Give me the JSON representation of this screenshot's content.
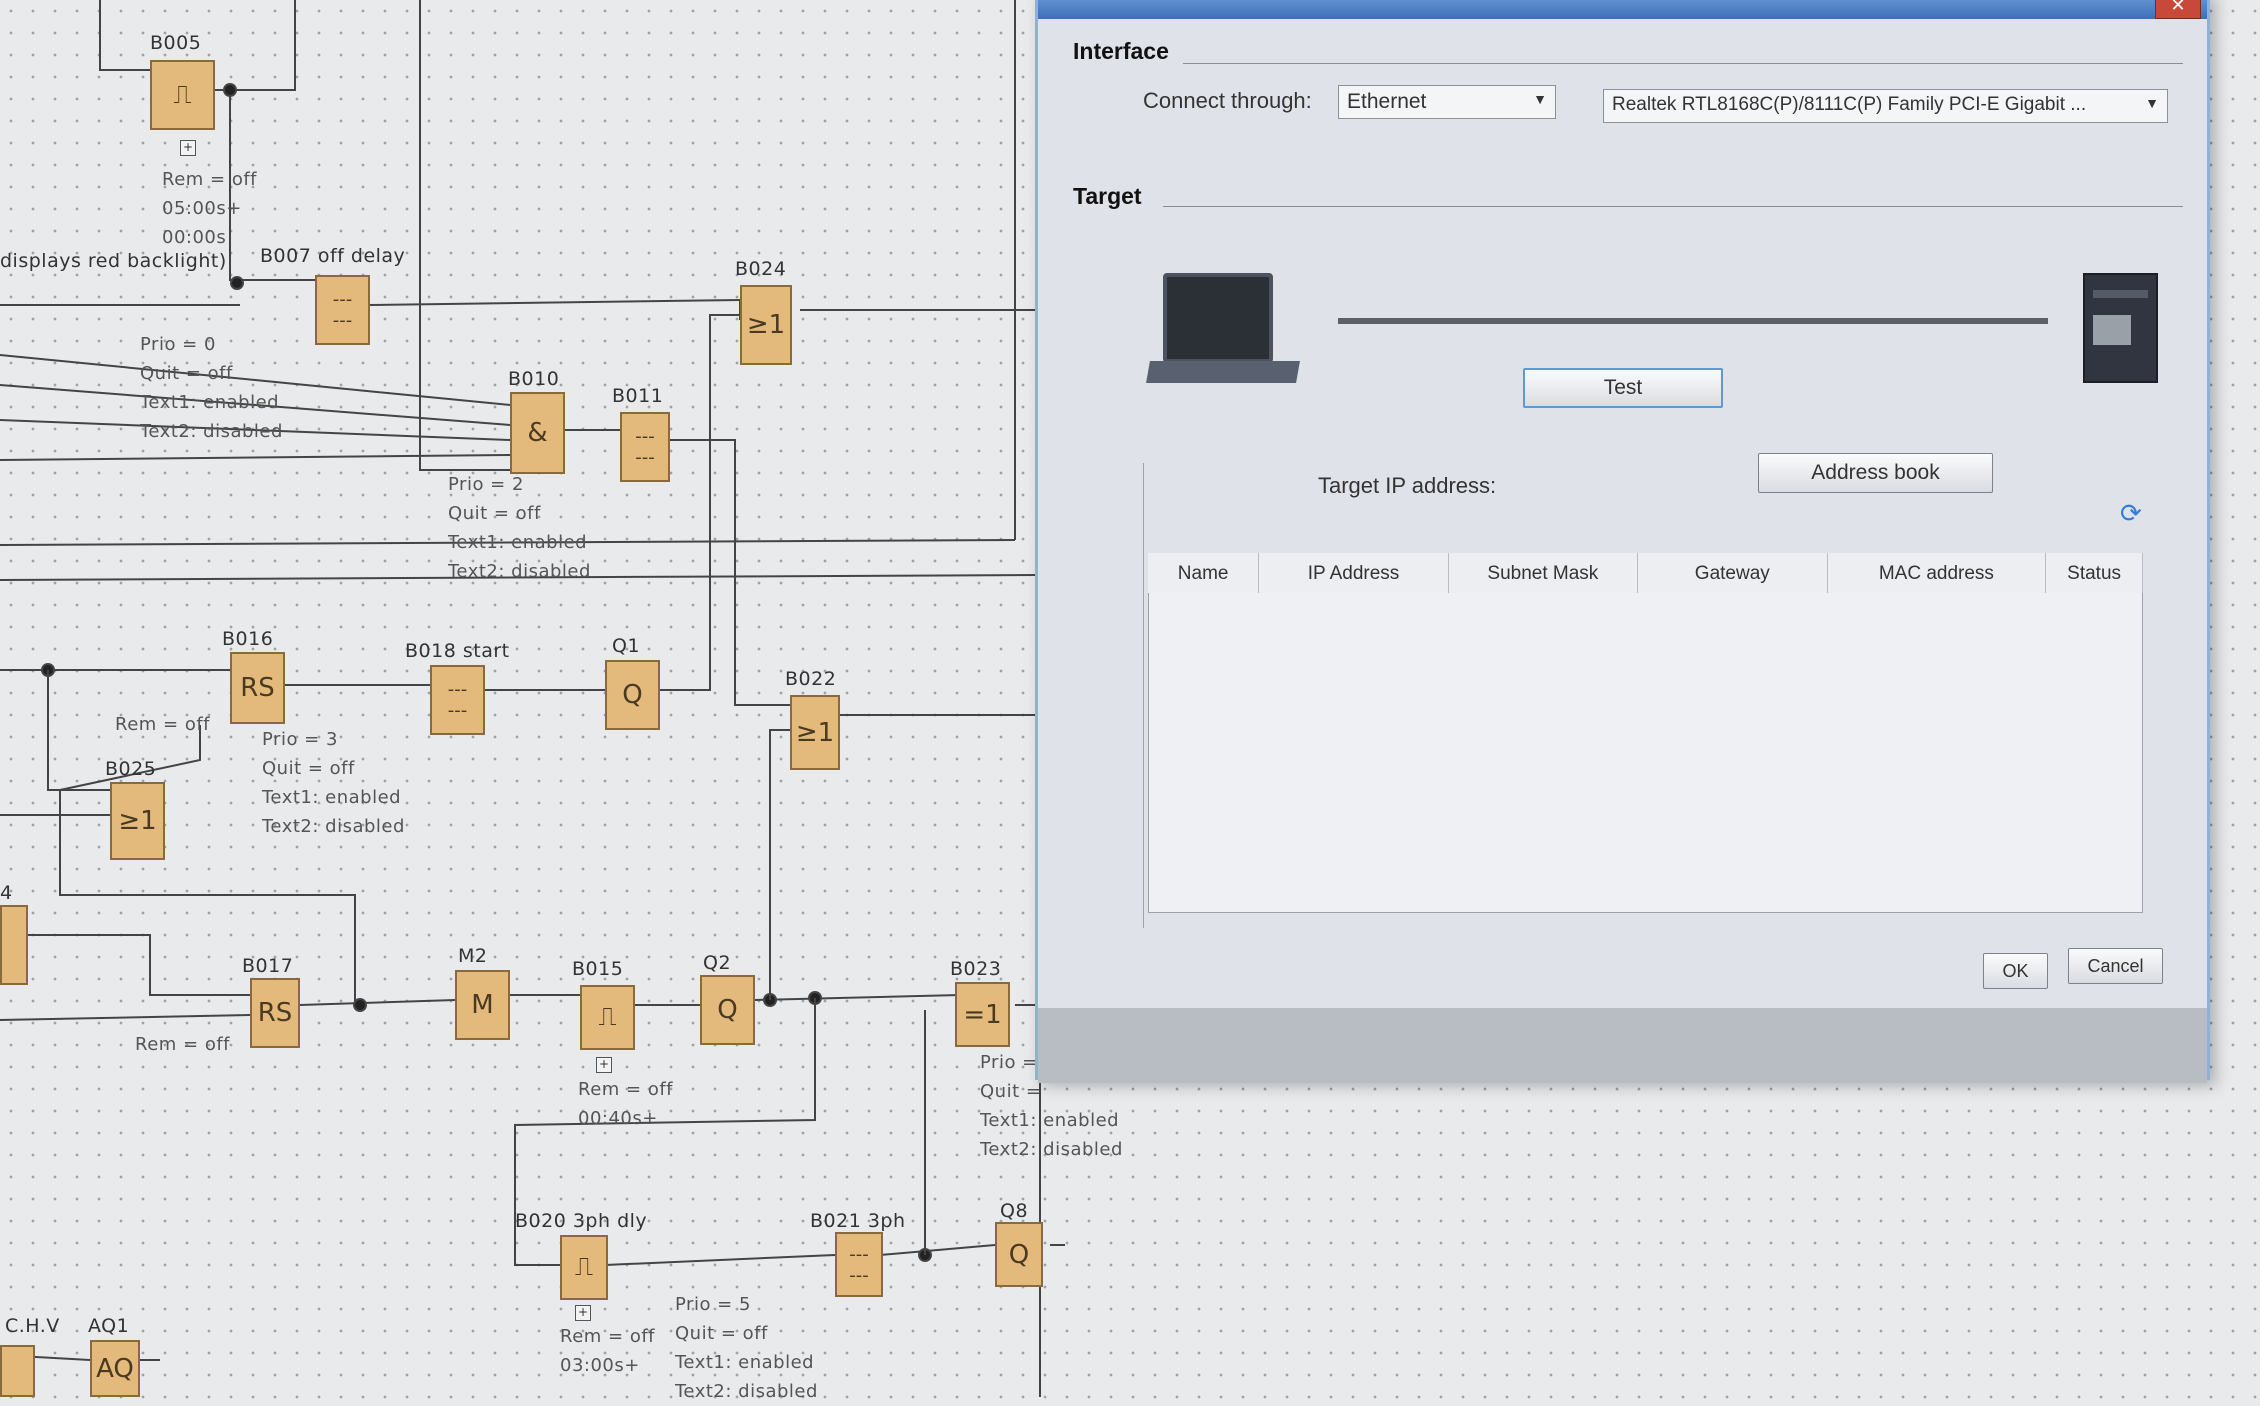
{
  "diagram": {
    "blocks": [
      {
        "id": "B005",
        "label": "B005",
        "symbol": "⎍",
        "params": "Rem = off\n05:00s+\n00:00s"
      },
      {
        "id": "B007",
        "label": "B007 off delay",
        "symbol": "---\n---",
        "params": "Prio = 0\nQuit = off\nText1: enabled\nText2: disabled"
      },
      {
        "id": "B024",
        "label": "B024",
        "symbol": "≥1",
        "params": ""
      },
      {
        "id": "B010",
        "label": "B010",
        "symbol": "&",
        "params": "Prio = 2\nQuit = off\nText1: enabled\nText2: disabled"
      },
      {
        "id": "B011",
        "label": "B011",
        "symbol": "---\n---",
        "params": ""
      },
      {
        "id": "B016",
        "label": "B016",
        "symbol": "RS",
        "params": "Rem = off"
      },
      {
        "id": "B018",
        "label": "B018 start",
        "symbol": "---\n---",
        "params": "Prio = 3\nQuit = off\nText1: enabled\nText2: disabled"
      },
      {
        "id": "Q1",
        "label": "Q1",
        "symbol": "Q",
        "params": ""
      },
      {
        "id": "B022",
        "label": "B022",
        "symbol": "≥1",
        "params": ""
      },
      {
        "id": "B025",
        "label": "B025",
        "symbol": "≥1",
        "params": ""
      },
      {
        "id": "B017",
        "label": "B017",
        "symbol": "RS",
        "params": "Rem = off"
      },
      {
        "id": "M2",
        "label": "M2",
        "symbol": "M",
        "params": ""
      },
      {
        "id": "B015",
        "label": "B015",
        "symbol": "⎍",
        "params": "Rem = off\n00:40s+"
      },
      {
        "id": "Q2",
        "label": "Q2",
        "symbol": "Q",
        "params": ""
      },
      {
        "id": "B023",
        "label": "B023",
        "symbol": "=1",
        "params": "Prio =\nQuit =\nText1: enabled\nText2: disabled"
      },
      {
        "id": "B020",
        "label": "B020 3ph dly",
        "symbol": "⎍",
        "params": "Rem = off\n03:00s+"
      },
      {
        "id": "B021",
        "label": "B021 3ph",
        "symbol": "---\n---",
        "params": "Prio = 5\nQuit = off\nText1: enabled\nText2: disabled"
      },
      {
        "id": "Q8",
        "label": "Q8",
        "symbol": "Q",
        "params": ""
      },
      {
        "id": "AQ1",
        "label": "AQ1",
        "symbol": "AQ",
        "params": ""
      }
    ],
    "notes": {
      "backlight_note": "displays red backlight)",
      "chv_label": "C.H.V",
      "left_block_label": "4"
    }
  },
  "dialog": {
    "interface_title": "Interface",
    "connect_label": "Connect through:",
    "connect_value": "Ethernet",
    "adapter_value": "Realtek RTL8168C(P)/8111C(P) Family PCI-E Gigabit ...",
    "target_title": "Target",
    "test_button": "Test",
    "target_ip_label": "Target IP address:",
    "address_book_button": "Address book",
    "table_headers": [
      "Name",
      "IP Address",
      "Subnet Mask",
      "Gateway",
      "MAC address",
      "Status"
    ],
    "ok_button": "OK",
    "cancel_button": "Cancel",
    "close_symbol": "✕"
  }
}
